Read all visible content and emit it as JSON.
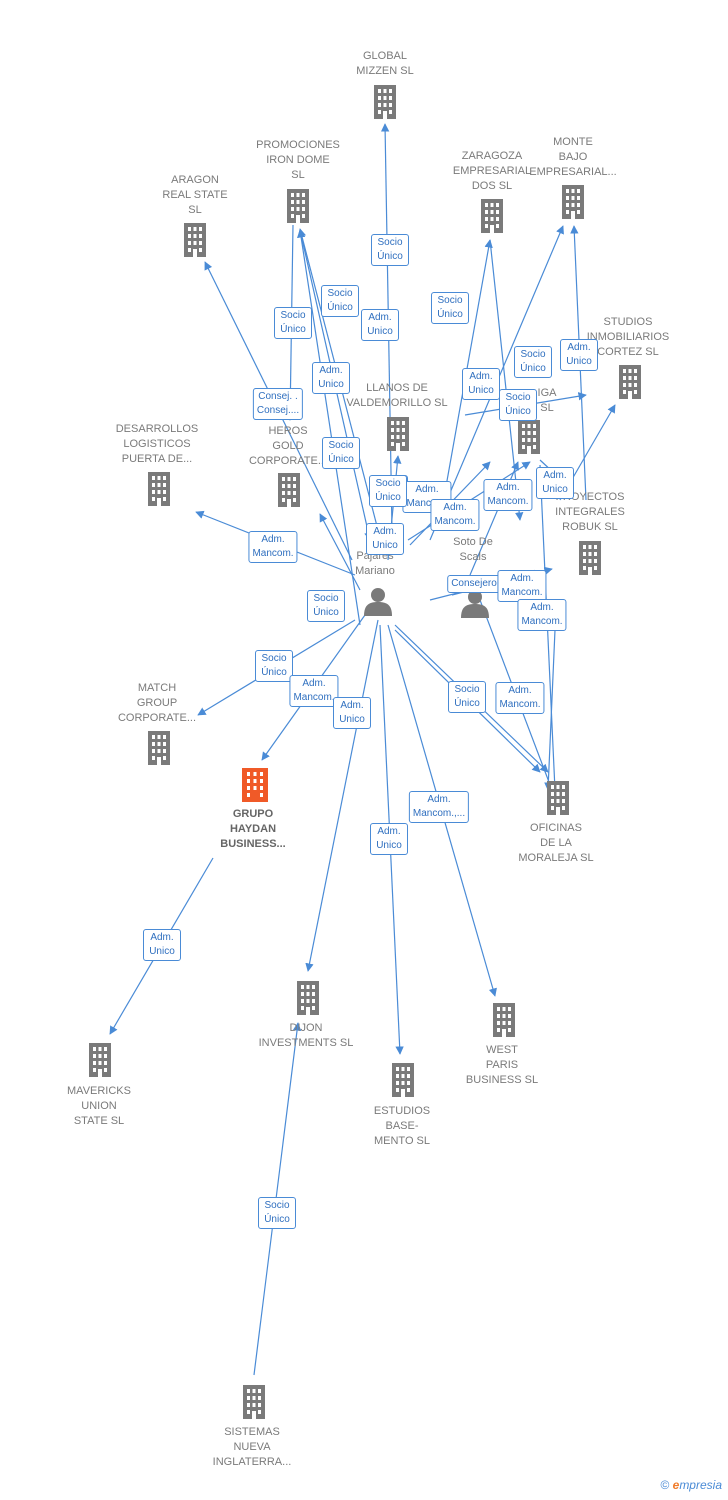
{
  "colors": {
    "edge": "#4a8bd6",
    "building": "#7a7a7a",
    "building_main": "#f05a28",
    "person": "#7a7a7a"
  },
  "nodes": [
    {
      "id": "global",
      "label": [
        "GLOBAL",
        "MIZZEN  SL"
      ],
      "icon": "building-icon"
    },
    {
      "id": "promociones",
      "label": [
        "PROMOCIONES",
        "IRON DOME",
        "SL"
      ],
      "icon": "building-icon"
    },
    {
      "id": "aragon",
      "label": [
        "ARAGON",
        "REAL STATE",
        "SL"
      ],
      "icon": "building-icon"
    },
    {
      "id": "zaragoza",
      "label": [
        "ZARAGOZA",
        "EMPRESARIAL",
        "DOS SL"
      ],
      "icon": "building-icon"
    },
    {
      "id": "monte",
      "label": [
        "MONTE",
        "BAJO",
        "EMPRESARIAL..."
      ],
      "icon": "building-icon"
    },
    {
      "id": "studios",
      "label": [
        "STUDIOS",
        "INMOBILIARIOS",
        "CORTEZ SL"
      ],
      "icon": "building-icon"
    },
    {
      "id": "llanos",
      "label": [
        "LLANOS DE",
        "VALDEMORILLO SL"
      ],
      "icon": "building-icon"
    },
    {
      "id": "iga",
      "label": [
        "IGA",
        "SL"
      ],
      "icon": "building-icon"
    },
    {
      "id": "desarrollos",
      "label": [
        "DESARROLLOS",
        "LOGISTICOS",
        "PUERTA DE..."
      ],
      "icon": "building-icon"
    },
    {
      "id": "heros",
      "label": [
        "HEROS",
        "GOLD",
        "CORPORATE..."
      ],
      "icon": "building-icon"
    },
    {
      "id": "proyectos",
      "label": [
        "PROYECTOS",
        "INTEGRALES",
        "ROBUK  SL"
      ],
      "icon": "building-icon"
    },
    {
      "id": "pajares",
      "label": [
        "Pajares",
        "Mariano"
      ],
      "icon": "person-icon"
    },
    {
      "id": "soto",
      "label": [
        "Soto De",
        "Scals"
      ],
      "icon": "person-icon"
    },
    {
      "id": "match",
      "label": [
        "MATCH",
        "GROUP",
        "CORPORATE..."
      ],
      "icon": "building-icon"
    },
    {
      "id": "grupo",
      "label": [
        "GRUPO",
        "HAYDAN",
        "BUSINESS..."
      ],
      "icon": "building-icon",
      "main": true
    },
    {
      "id": "oficinas",
      "label": [
        "OFICINAS",
        "DE LA",
        "MORALEJA SL"
      ],
      "icon": "building-icon"
    },
    {
      "id": "dijon",
      "label": [
        "DIJON",
        "INVESTMENTS SL"
      ],
      "icon": "building-icon"
    },
    {
      "id": "west",
      "label": [
        "WEST",
        "PARIS",
        "BUSINESS  SL"
      ],
      "icon": "building-icon"
    },
    {
      "id": "mavericks",
      "label": [
        "MAVERICKS",
        "UNION",
        "STATE  SL"
      ],
      "icon": "building-icon"
    },
    {
      "id": "estudios",
      "label": [
        "ESTUDIOS",
        "BASE-",
        "MENTO SL"
      ],
      "icon": "building-icon"
    },
    {
      "id": "sistemas",
      "label": [
        "SISTEMAS",
        "NUEVA",
        "INGLATERRA..."
      ],
      "icon": "building-icon"
    }
  ],
  "relations": [
    [
      "Socio",
      "Único"
    ],
    [
      "Socio",
      "Único"
    ],
    [
      "Adm.",
      "Unico"
    ],
    [
      "Socio",
      "Único"
    ],
    [
      "Socio",
      "Único"
    ],
    [
      "Adm.",
      "Unico"
    ],
    [
      "Consej. .",
      "Consej...."
    ],
    [
      "Adm.",
      "Unico"
    ],
    [
      "Socio",
      "Único"
    ],
    [
      "Socio",
      "Único"
    ],
    [
      "Adm.",
      "Unico"
    ],
    [
      "Socio",
      "Único"
    ],
    [
      "Socio",
      "Único"
    ],
    [
      "Adm.",
      "Mancom."
    ],
    [
      "Adm.",
      "Mancom."
    ],
    [
      "Adm.",
      "Mancom."
    ],
    [
      "Adm.",
      "Unico"
    ],
    [
      "Adm.",
      "Mancom."
    ],
    [
      "Adm.",
      "Unico"
    ],
    [
      "Consejero"
    ],
    [
      "Adm.",
      "Mancom."
    ],
    [
      "Adm.",
      "Mancom."
    ],
    [
      "Socio",
      "Único"
    ],
    [
      "Socio",
      "Único"
    ],
    [
      "Adm.",
      "Mancom."
    ],
    [
      "Adm.",
      "Unico"
    ],
    [
      "Socio",
      "Único"
    ],
    [
      "Adm.",
      "Mancom."
    ],
    [
      "Adm.",
      "Mancom.,..."
    ],
    [
      "Adm.",
      "Unico"
    ],
    [
      "Adm.",
      "Unico"
    ],
    [
      "Socio",
      "Único"
    ],
    [
      "Socio",
      "Único"
    ]
  ],
  "footer": {
    "copyright": "©",
    "brand_e": "e",
    "brand_rest": "mpresia"
  }
}
